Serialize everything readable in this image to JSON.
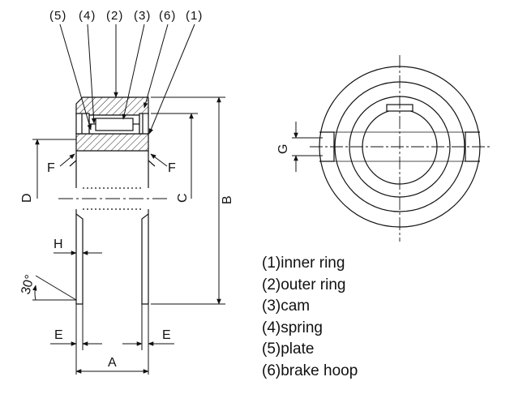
{
  "callouts": [
    "(5)",
    "(4)",
    "(2)",
    "(3)",
    "(6)",
    "(1)"
  ],
  "dimensions": {
    "A": "A",
    "B": "B",
    "C": "C",
    "D": "D",
    "E_left": "E",
    "E_right": "E",
    "F_left": "F",
    "F_right": "F",
    "G": "G",
    "H": "H",
    "angle": "30°"
  },
  "legend": [
    "(1)inner ring",
    "(2)outer ring",
    "(3)cam",
    "(4)spring",
    "(5)plate",
    "(6)brake hoop"
  ]
}
